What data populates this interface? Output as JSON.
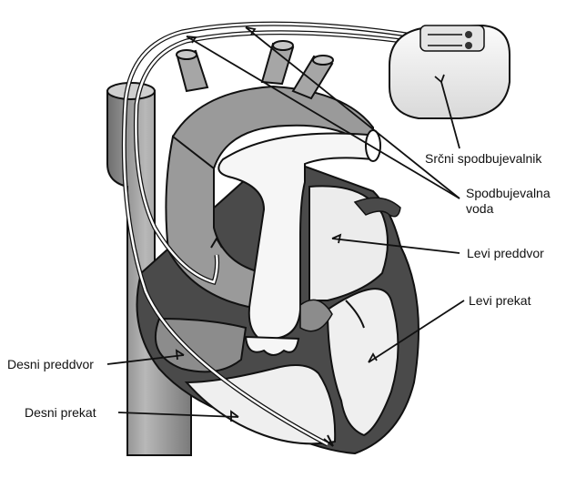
{
  "labels": {
    "pacemaker": "Srčni spodbujevalnik",
    "lead_line1": "Spodbujevalna",
    "lead_line2": "voda",
    "left_atrium": "Levi preddvor",
    "left_ventricle": "Levi prekat",
    "right_atrium": "Desni preddvor",
    "right_ventricle": "Desni prekat"
  },
  "colors": {
    "outline": "#111111",
    "dark_muscle": "#4a4a4a",
    "mid_gray": "#9a9a9a",
    "light_gray": "#d2d2d2",
    "chamber_white": "#f6f6f6"
  }
}
